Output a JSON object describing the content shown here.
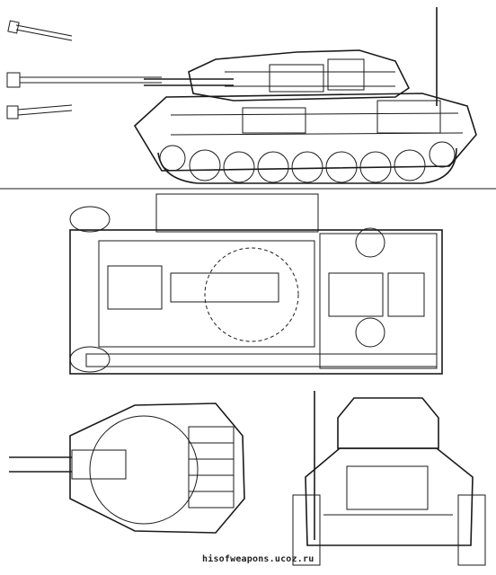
{
  "diagram": {
    "views": [
      {
        "id": "side",
        "name": "side-cutaway-view"
      },
      {
        "id": "top",
        "name": "top-plan-view"
      },
      {
        "id": "turret",
        "name": "turret-plan-view"
      },
      {
        "id": "front",
        "name": "front-section-view"
      }
    ],
    "watermark": "hisofweapons.ucoz.ru",
    "colors": {
      "ink": "#1a1a1a",
      "paper": "#ffffff",
      "shade": "#bdbdbd"
    }
  }
}
